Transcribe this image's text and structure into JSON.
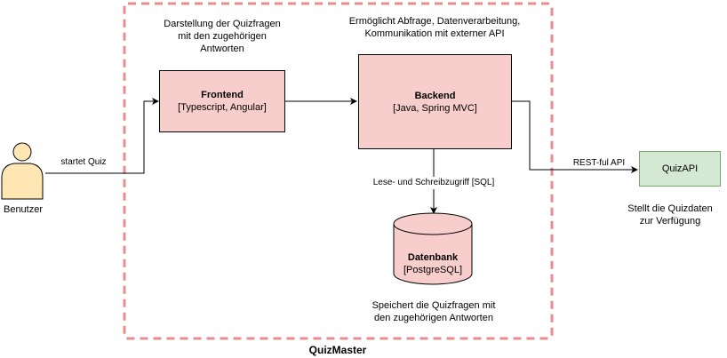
{
  "system": {
    "name": "QuizMaster",
    "border_color": "#e88c8c"
  },
  "actor": {
    "label": "Benutzer",
    "fill": "#ffe6b3"
  },
  "nodes": {
    "frontend": {
      "title": "Frontend",
      "subtitle": "[Typescript, Angular]",
      "fill": "#f8cecc"
    },
    "backend": {
      "title": "Backend",
      "subtitle": "[Java, Spring MVC]",
      "fill": "#f8cecc"
    },
    "database": {
      "title": "Datenbank",
      "subtitle": "[PostgreSQL]",
      "fill": "#f8cecc"
    },
    "quizapi": {
      "title": "QuizAPI",
      "fill": "#d5e8d4"
    }
  },
  "annotations": {
    "frontend_desc": [
      "Darstellung der Quizfragen",
      "mit den zugehörigen",
      "Antworten"
    ],
    "backend_desc": [
      "Ermöglicht Abfrage, Datenverarbeitung,",
      "Kommunikation mit externer API"
    ],
    "database_desc": [
      "Speichert die Quizfragen mit",
      "den zugehörigen Antworten"
    ],
    "quizapi_desc": [
      "Stellt die Quizdaten",
      "zur Verfügung"
    ]
  },
  "edges": {
    "user_to_frontend": "startet Quiz",
    "backend_to_db": "Lese- und Schreibzugriff [SQL]",
    "backend_to_api": "REST-ful API"
  }
}
